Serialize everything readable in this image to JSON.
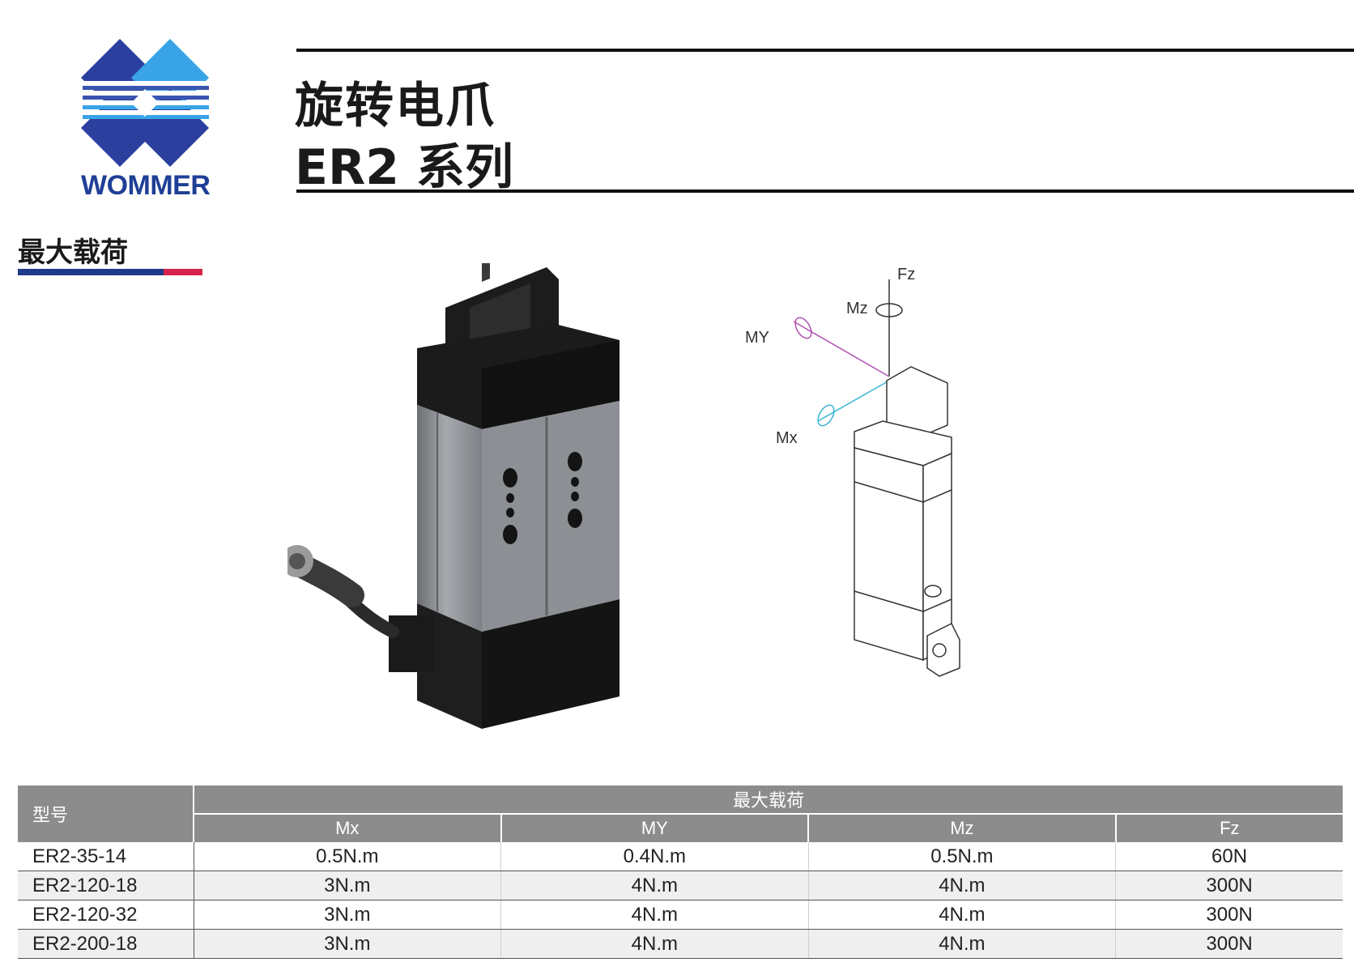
{
  "brand": {
    "name": "WOMMER",
    "colors": {
      "primary": "#1f3f96",
      "light": "#3aa0e6",
      "accent": "#d6234d"
    }
  },
  "header": {
    "title_cn": "旋转电爪",
    "title_series": "ER2 系列"
  },
  "section": {
    "label": "最大载荷"
  },
  "diagram": {
    "labels": {
      "fz": "Fz",
      "mz": "Mz",
      "my": "MY",
      "mx": "Mx"
    }
  },
  "table": {
    "model_header": "型号",
    "group_header": "最大载荷",
    "columns": [
      "Mx",
      "MY",
      "Mz",
      "Fz"
    ],
    "rows": [
      {
        "model": "ER2-35-14",
        "mx": "0.5N.m",
        "my": "0.4N.m",
        "mz": "0.5N.m",
        "fz": "60N"
      },
      {
        "model": "ER2-120-18",
        "mx": "3N.m",
        "my": "4N.m",
        "mz": "4N.m",
        "fz": "300N"
      },
      {
        "model": "ER2-120-32",
        "mx": "3N.m",
        "my": "4N.m",
        "mz": "4N.m",
        "fz": "300N"
      },
      {
        "model": "ER2-200-18",
        "mx": "3N.m",
        "my": "4N.m",
        "mz": "4N.m",
        "fz": "300N"
      }
    ]
  }
}
